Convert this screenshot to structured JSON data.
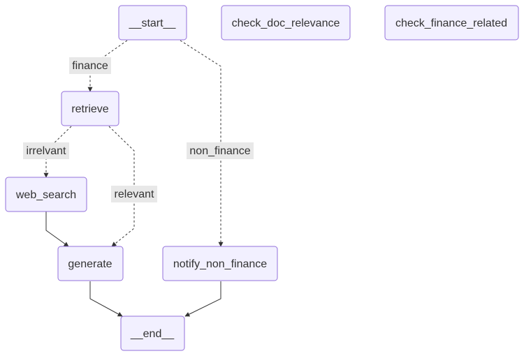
{
  "nodes": {
    "start": "__start__",
    "check_doc_relevance": "check_doc_relevance",
    "check_finance_related": "check_finance_related",
    "retrieve": "retrieve",
    "web_search": "web_search",
    "generate": "generate",
    "notify_non_finance": "notify_non_finance",
    "end": "__end__"
  },
  "edge_labels": {
    "finance": "finance",
    "irrelvant": "irrelvant",
    "relevant": "relevant",
    "non_finance": "non_finance"
  },
  "colors": {
    "node_fill": "#f2f0ff",
    "node_border": "#9370db",
    "edge": "#333333",
    "label_bg": "#e8e8e8"
  }
}
